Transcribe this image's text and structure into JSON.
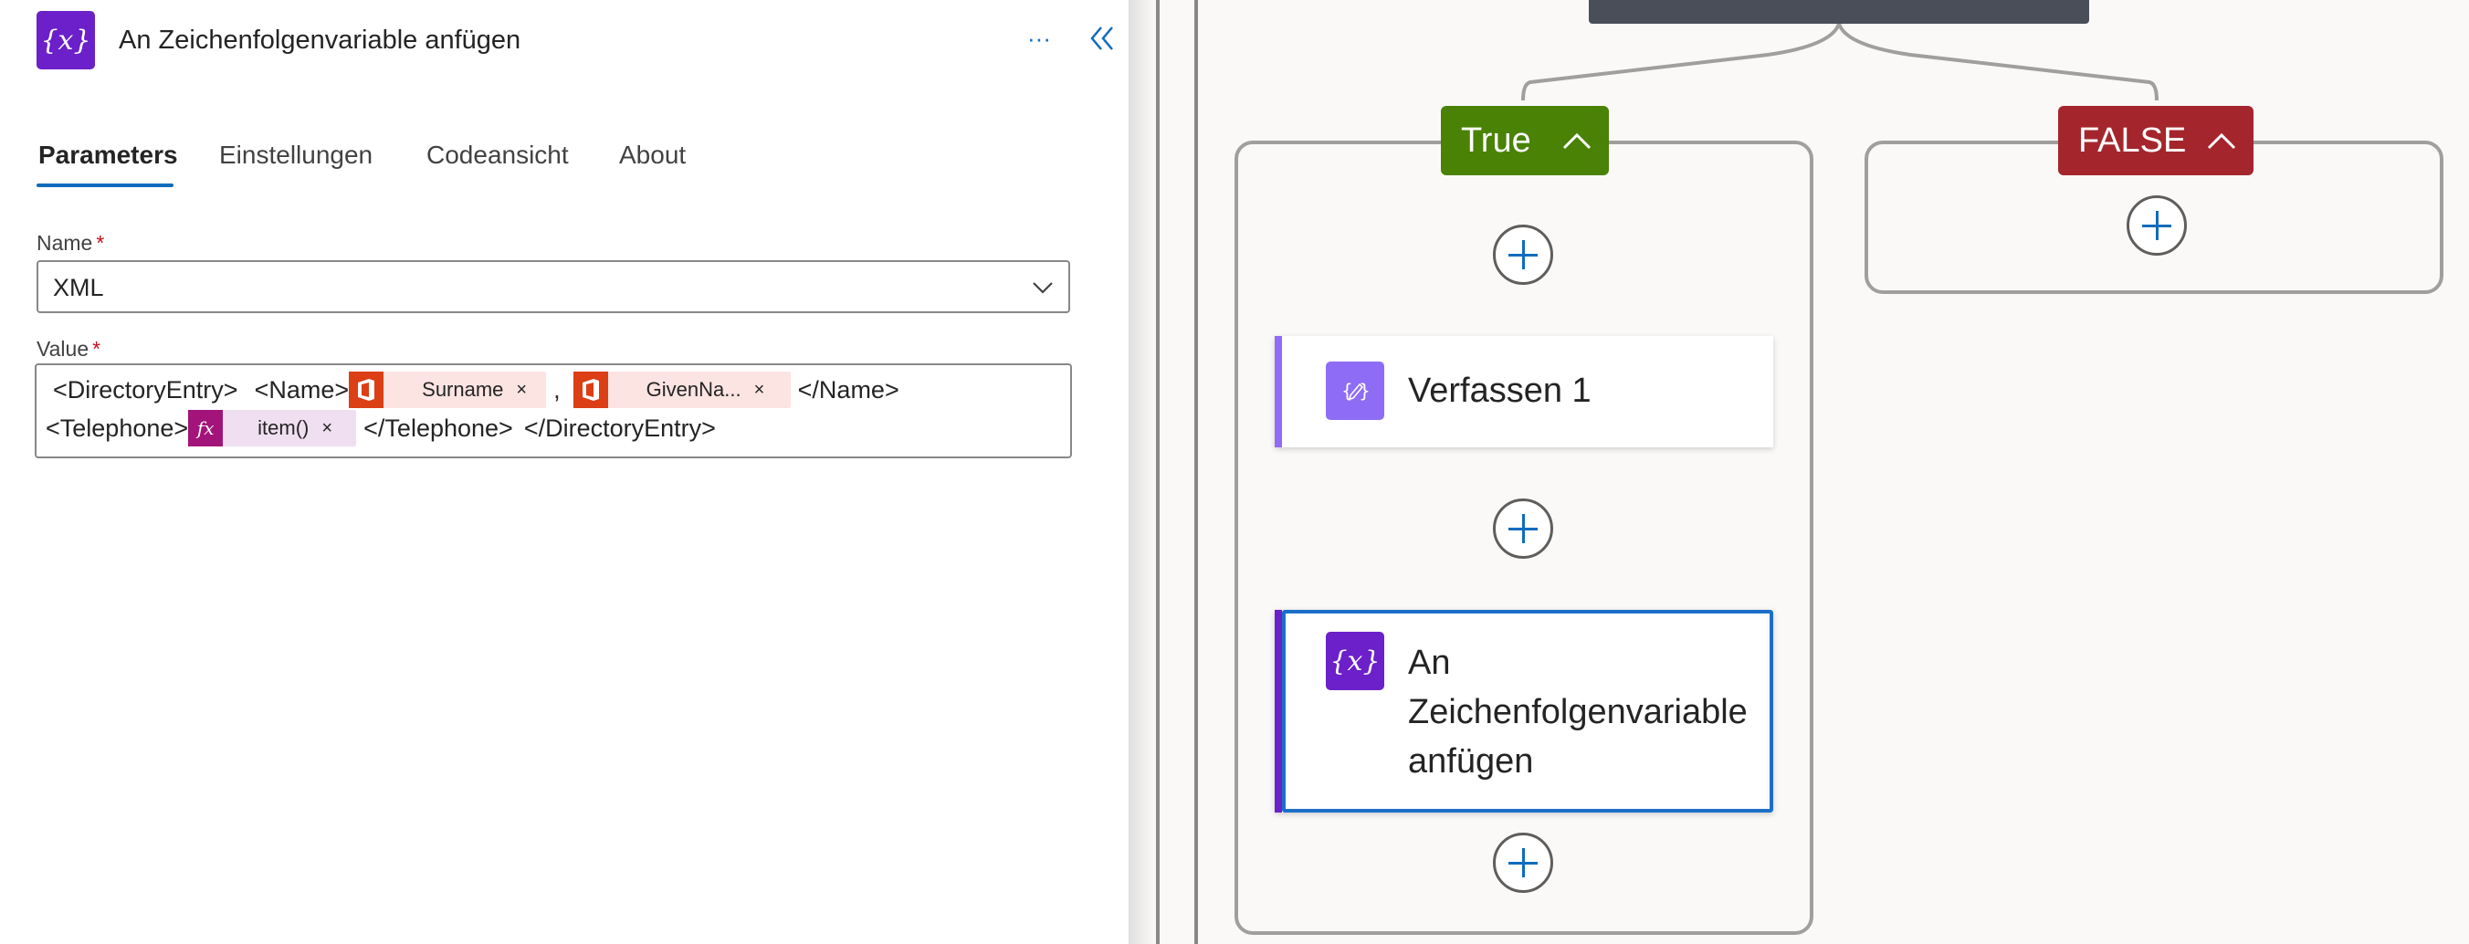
{
  "panel": {
    "title": "An Zeichenfolgenvariable anfügen",
    "icon": "variable-icon",
    "more_label": "···",
    "tabs": [
      {
        "label": "Parameters",
        "active": true
      },
      {
        "label": "Einstellungen",
        "active": false
      },
      {
        "label": "Codeansicht",
        "active": false
      },
      {
        "label": "About",
        "active": false
      }
    ],
    "name_field": {
      "label": "Name",
      "required_mark": "*",
      "value": "XML"
    },
    "value_field": {
      "label": "Value",
      "required_mark": "*",
      "line1": {
        "text1": "<DirectoryEntry>",
        "text2": "<Name>",
        "token1": "Surname",
        "sep": ",",
        "token2": "GivenNa...",
        "text3": "</Name>"
      },
      "line2": {
        "text1": "<Telephone>",
        "token": "item()",
        "text2": "</Telephone>",
        "text3": "</DirectoryEntry>"
      },
      "token_close": "×"
    }
  },
  "canvas": {
    "true_branch": {
      "label": "True",
      "color": "#498205"
    },
    "false_branch": {
      "label": "FALSE",
      "color": "#a4262c"
    },
    "cards": [
      {
        "title": "Verfassen 1",
        "icon": "compose-icon",
        "color": "#8f6cf5"
      },
      {
        "title_lines": [
          "An",
          "Zeichenfolgenvariable",
          "anfügen"
        ],
        "icon": "variable-icon",
        "color": "#6b20c9",
        "selected": true
      }
    ]
  },
  "colors": {
    "accent": "#0f6cbd",
    "office": "#dc3e15",
    "expression": "#a3147a"
  }
}
